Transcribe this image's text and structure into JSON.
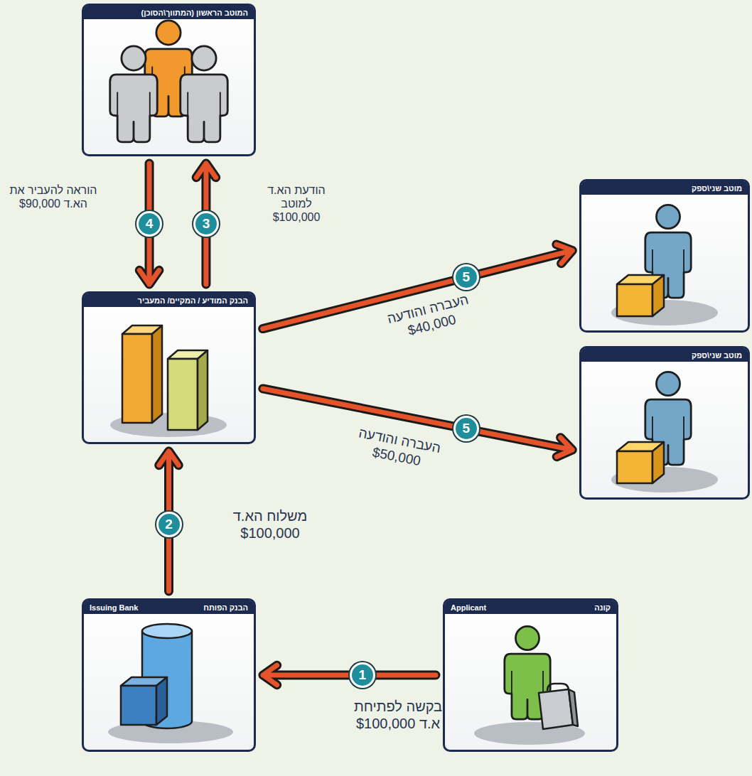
{
  "diagram": {
    "nodes": [
      {
        "text": [
          "המוטב הראשון (המתווך\\הסוכן)"
        ]
      },
      {
        "text": [
          "הבנק המודיע / המקיים/ המעביר"
        ]
      },
      {
        "text": [
          "מוטב שני\\ספק"
        ]
      },
      {
        "text": [
          "מוטב שני\\ספק"
        ]
      },
      {
        "text": [
          "הבנק הפותח",
          "Issuing Bank"
        ]
      },
      {
        "text": [
          "קונה",
          "Applicant"
        ]
      }
    ],
    "edges": [
      {
        "from": 5,
        "to": 4,
        "arrow": "to",
        "label": "1"
      },
      {
        "from": 4,
        "to": 1,
        "arrow": "to",
        "label": "2"
      },
      {
        "from": 1,
        "to": 0,
        "arrow": "to",
        "label": "3"
      },
      {
        "from": 0,
        "to": 1,
        "arrow": "to",
        "label": "4"
      },
      {
        "from": 1,
        "to": 2,
        "arrow": "to",
        "label": "5"
      },
      {
        "from": 1,
        "to": 3,
        "arrow": "to",
        "label": "5"
      }
    ],
    "labels": [
      "הוראה להעביר את הא.ד $90,000",
      "הודעת הא.ד למוטב $100,000",
      "העברה והודעה $40,000",
      "העברה והודעה $50,000",
      "משלוח הא.ד $100,000",
      "בקשה לפתיחת א.ד $100,000"
    ]
  }
}
